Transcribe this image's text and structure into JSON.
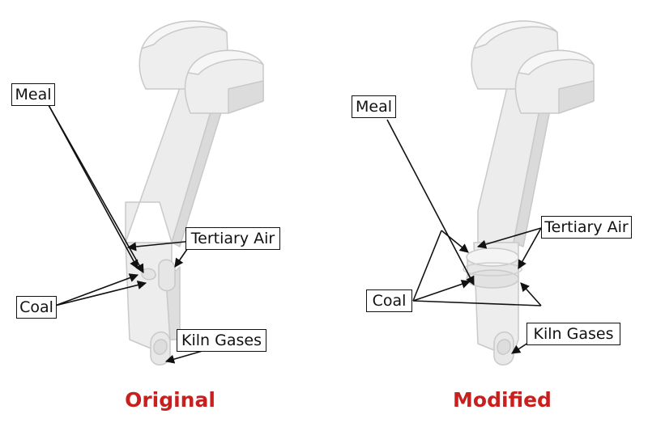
{
  "colors": {
    "caption": "#c8201e",
    "body_fill": "#eeeeee",
    "body_edge": "#c9c9c9",
    "leader_line": "#111111"
  },
  "diagrams": [
    {
      "caption": "Original",
      "labels": {
        "meal": "Meal",
        "tertiary_air": "Tertiary Air",
        "coal": "Coal",
        "kiln_gases": "Kiln Gases"
      }
    },
    {
      "caption": "Modified",
      "labels": {
        "meal": "Meal",
        "tertiary_air": "Tertiary Air",
        "coal": "Coal",
        "kiln_gases": "Kiln Gases"
      }
    }
  ]
}
